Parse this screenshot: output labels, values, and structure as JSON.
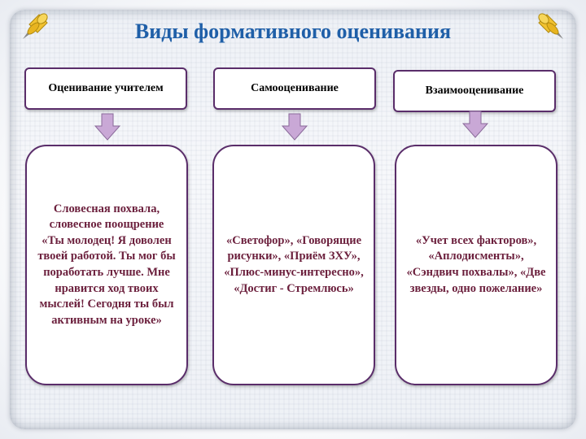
{
  "slide": {
    "title": "Виды формативного оценивания",
    "columns": [
      {
        "header": "Оценивание учителем",
        "content": "Словесная похвала, словесное поощрение\n«Ты молодец! Я доволен твоей работой. Ты мог бы поработать лучше. Мне нравится ход твоих мыслей! Сегодня ты был активным на уроке»"
      },
      {
        "header": "Самооценивание",
        "content": "«Светофор», «Говорящие рисунки», «Приём ЗХУ», «Плюс-минус-интересно», «Достиг - Стремлюсь»"
      },
      {
        "header": "Взаимооценивание",
        "content": "«Учет всех факторов», «Аплодисменты», «Сэндвич похвалы», «Две звезды, одно пожелание»"
      }
    ]
  },
  "colors": {
    "title": "#1f5fa8",
    "box_border": "#5a2d6a",
    "content_text": "#6b1f3c",
    "arrow_fill": "#c9a8d6"
  },
  "icons": {
    "pin_left": "pushpin-icon",
    "pin_right": "pushpin-icon",
    "arrow": "arrow-down-icon"
  }
}
